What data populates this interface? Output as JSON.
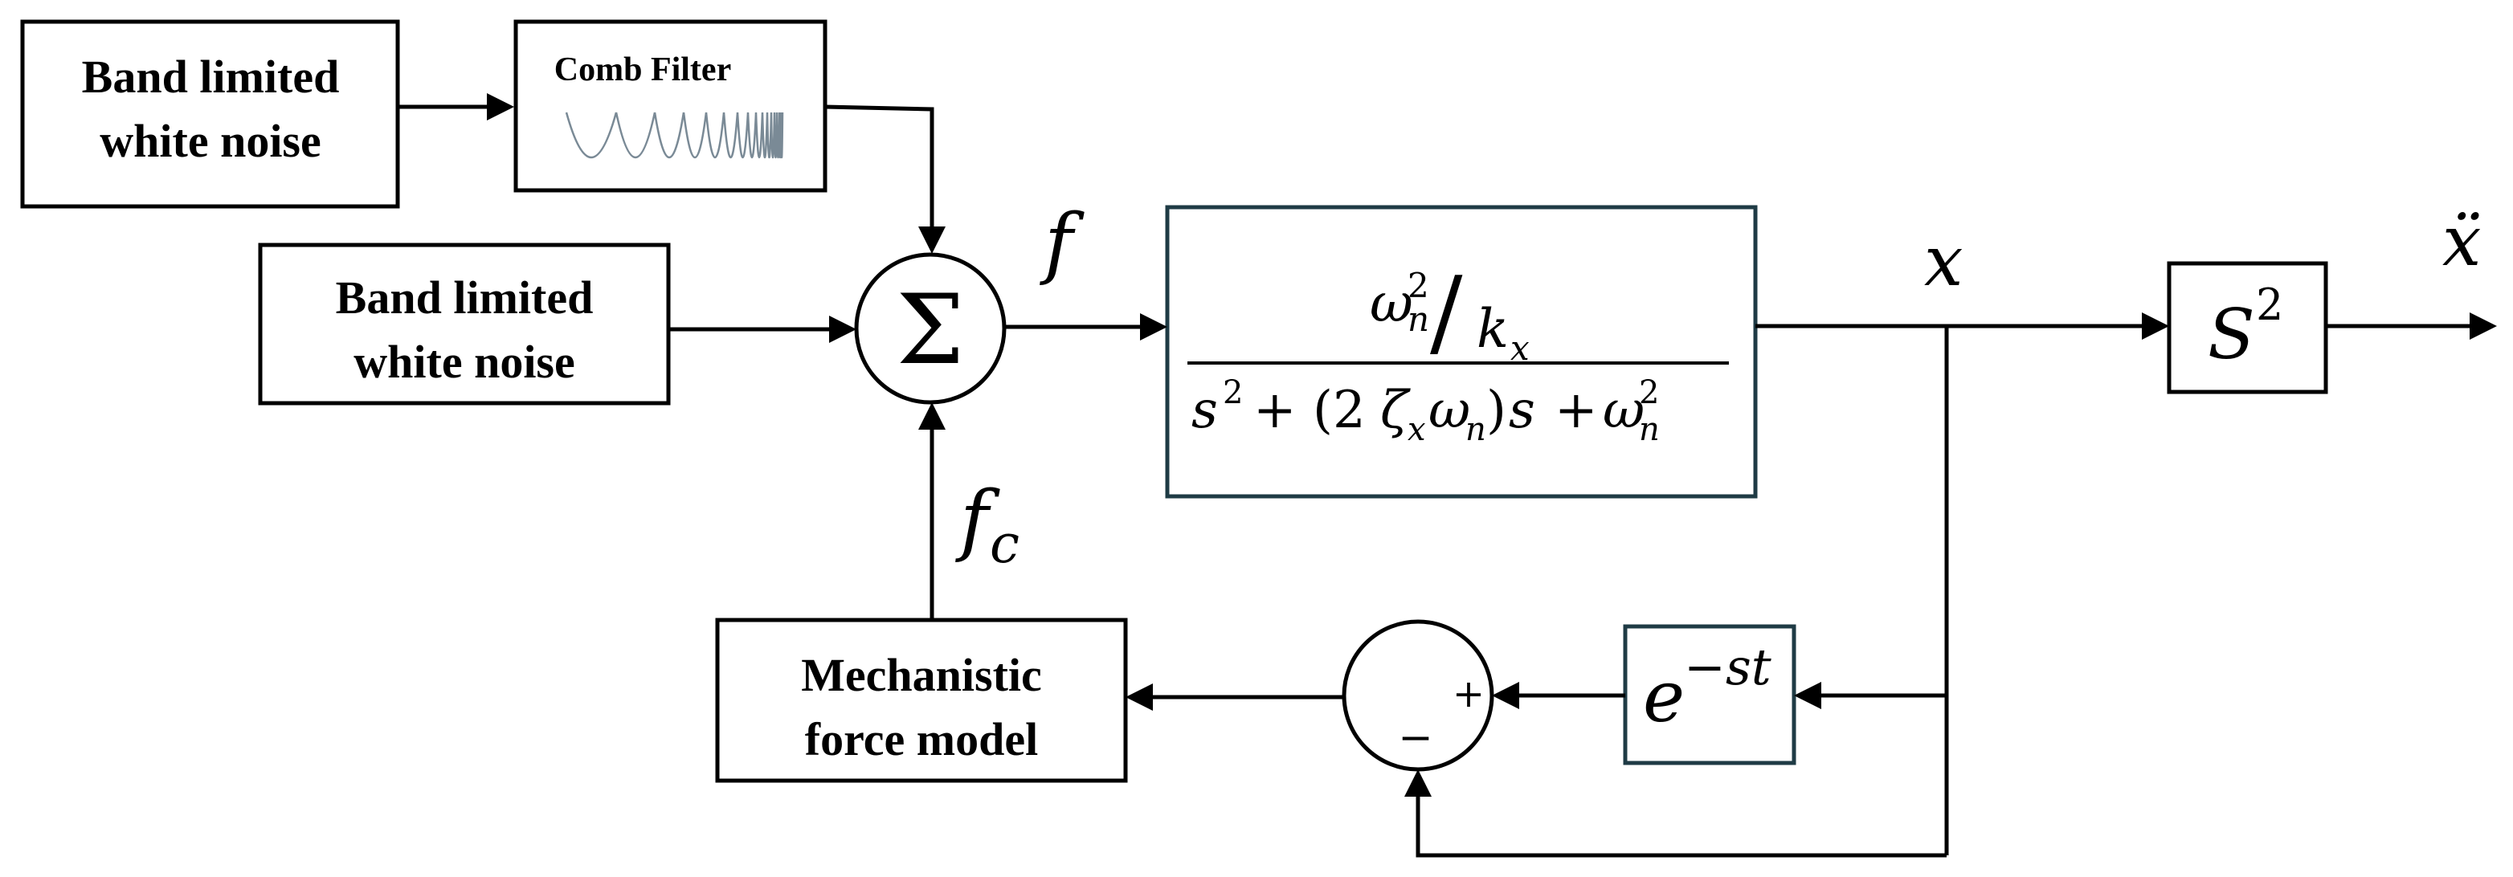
{
  "blocks": {
    "noise1": {
      "line1": "Band limited",
      "line2": "white noise"
    },
    "comb_filter": {
      "label": "Comb Filter"
    },
    "noise2": {
      "line1": "Band limited",
      "line2": "white noise"
    },
    "summer": {
      "symbol": "Σ"
    },
    "plant": {
      "numerator_omega": "ω",
      "numerator_omega_sup": "2",
      "numerator_omega_sub": "n",
      "numerator_slash": "/",
      "numerator_k": "k",
      "numerator_k_sub": "x",
      "denominator": {
        "s": "s",
        "s_sup": "2",
        "plus1": "+ (2",
        "zeta": "ζ",
        "zeta_sub": "x",
        "omega": "ω",
        "omega_sub": "n",
        "close": ")",
        "s2": "s",
        "plus2": "+",
        "omega2": "ω",
        "omega2_sup": "2",
        "omega2_sub": "n"
      }
    },
    "s_squared": {
      "base": "S",
      "sup": "2"
    },
    "delay": {
      "base": "e",
      "sup": "−st"
    },
    "comparator": {
      "plus": "+",
      "minus": "−"
    },
    "force_model": {
      "line1": "Mechanistic",
      "line2": "force model"
    }
  },
  "signals": {
    "f": "f",
    "x": "x",
    "x_ddot": "ẍ",
    "fc_base": "f",
    "fc_sub": "c"
  },
  "colors": {
    "line": "#000000",
    "plant_border": "#1f3b45",
    "comb_curve": "#7a8a96"
  }
}
